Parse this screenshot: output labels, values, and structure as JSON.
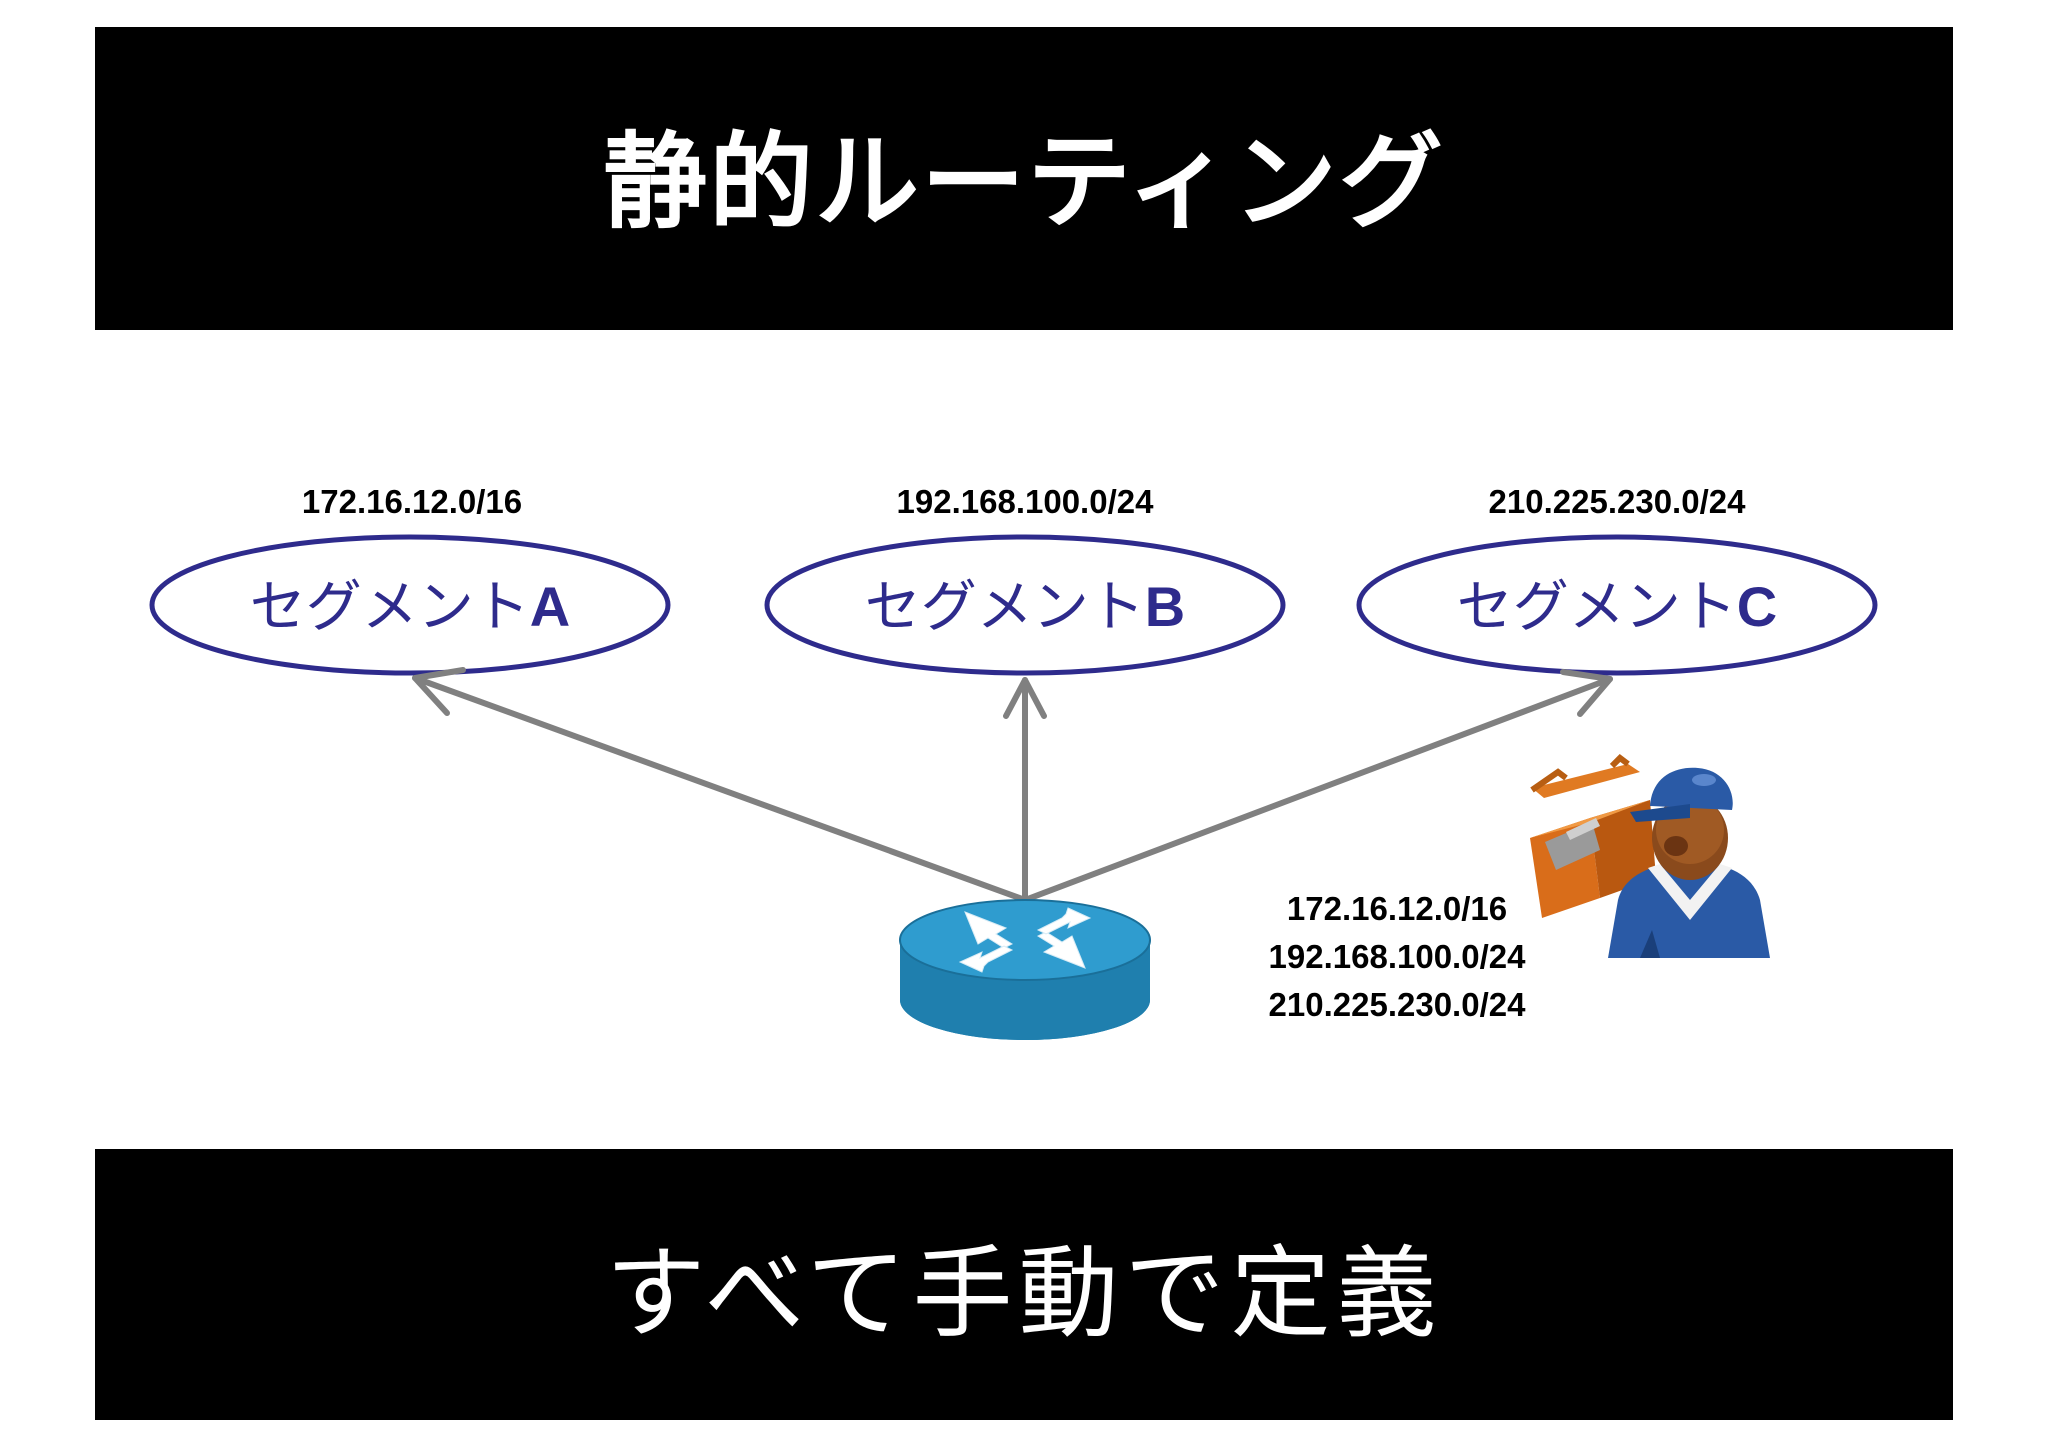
{
  "slide": {
    "title": "静的ルーティング",
    "subtitle": "すべて手動で定義"
  },
  "segments": [
    {
      "name": "セグメント",
      "letter": "A",
      "cidr": "172.16.12.0/16"
    },
    {
      "name": "セグメント",
      "letter": "B",
      "cidr": "192.168.100.0/24"
    },
    {
      "name": "セグメント",
      "letter": "C",
      "cidr": "210.225.230.0/24"
    }
  ],
  "routing_table": [
    "172.16.12.0/16",
    "192.168.100.0/24",
    "210.225.230.0/24"
  ],
  "icons": {
    "router": "router-icon",
    "administrator": "administrator-with-toolbox-icon"
  },
  "colors": {
    "banner_bg": "#000000",
    "banner_text": "#ffffff",
    "segment_color": "#2e2b8c",
    "arrow_color": "#808080",
    "router_top": "#2f9ccf",
    "router_side": "#1f7fae"
  }
}
